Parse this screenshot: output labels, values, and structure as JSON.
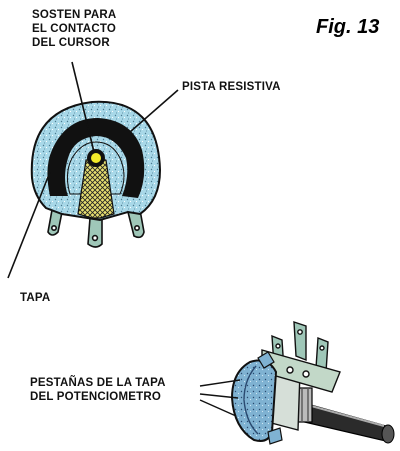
{
  "figure": {
    "title": "Fig. 13",
    "labels": {
      "soporte": [
        "SOSTEN PARA",
        "EL CONTACTO",
        "DEL CURSOR"
      ],
      "pista": "PISTA RESISTIVA",
      "tapa": "TAPA",
      "pestanas": [
        "PESTAÑAS DE LA TAPA",
        "DEL POTENCIOMETRO"
      ]
    }
  },
  "colors": {
    "cover": "#a8d8e8",
    "track": "#111111",
    "wiper_support": "#e8e070",
    "contact": "#f2ea2a",
    "lug": "#9fc7b8",
    "shaft": "#333333"
  },
  "icons": [
    "potentiometer-exploded-icon",
    "potentiometer-assembled-icon"
  ]
}
